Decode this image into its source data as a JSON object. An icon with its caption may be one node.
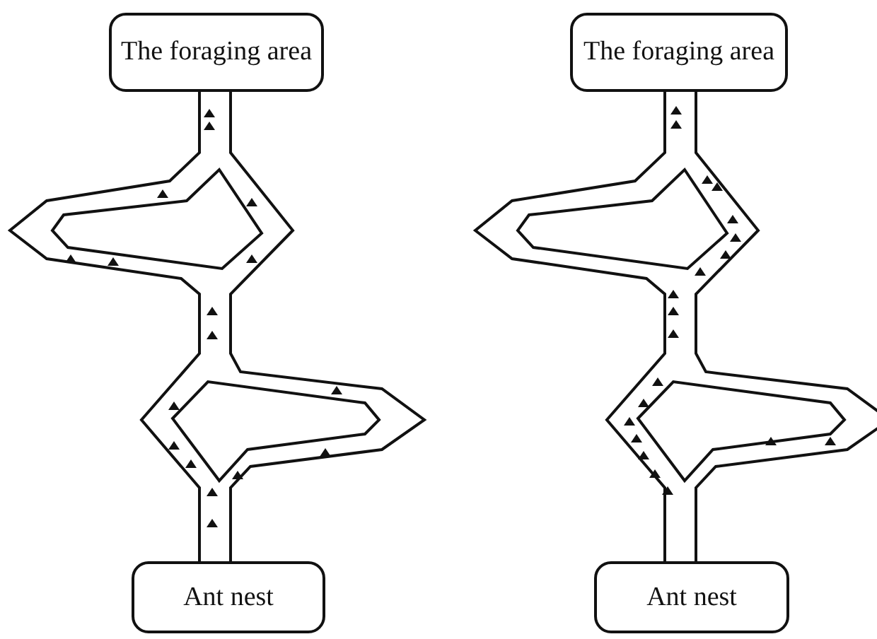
{
  "diagram": {
    "nodes": [
      {
        "text": [
          "The foraging area"
        ]
      },
      {
        "text": [
          "Ant nest"
        ]
      },
      {
        "text": [
          "The foraging area"
        ]
      },
      {
        "text": [
          "Ant nest"
        ]
      }
    ]
  }
}
